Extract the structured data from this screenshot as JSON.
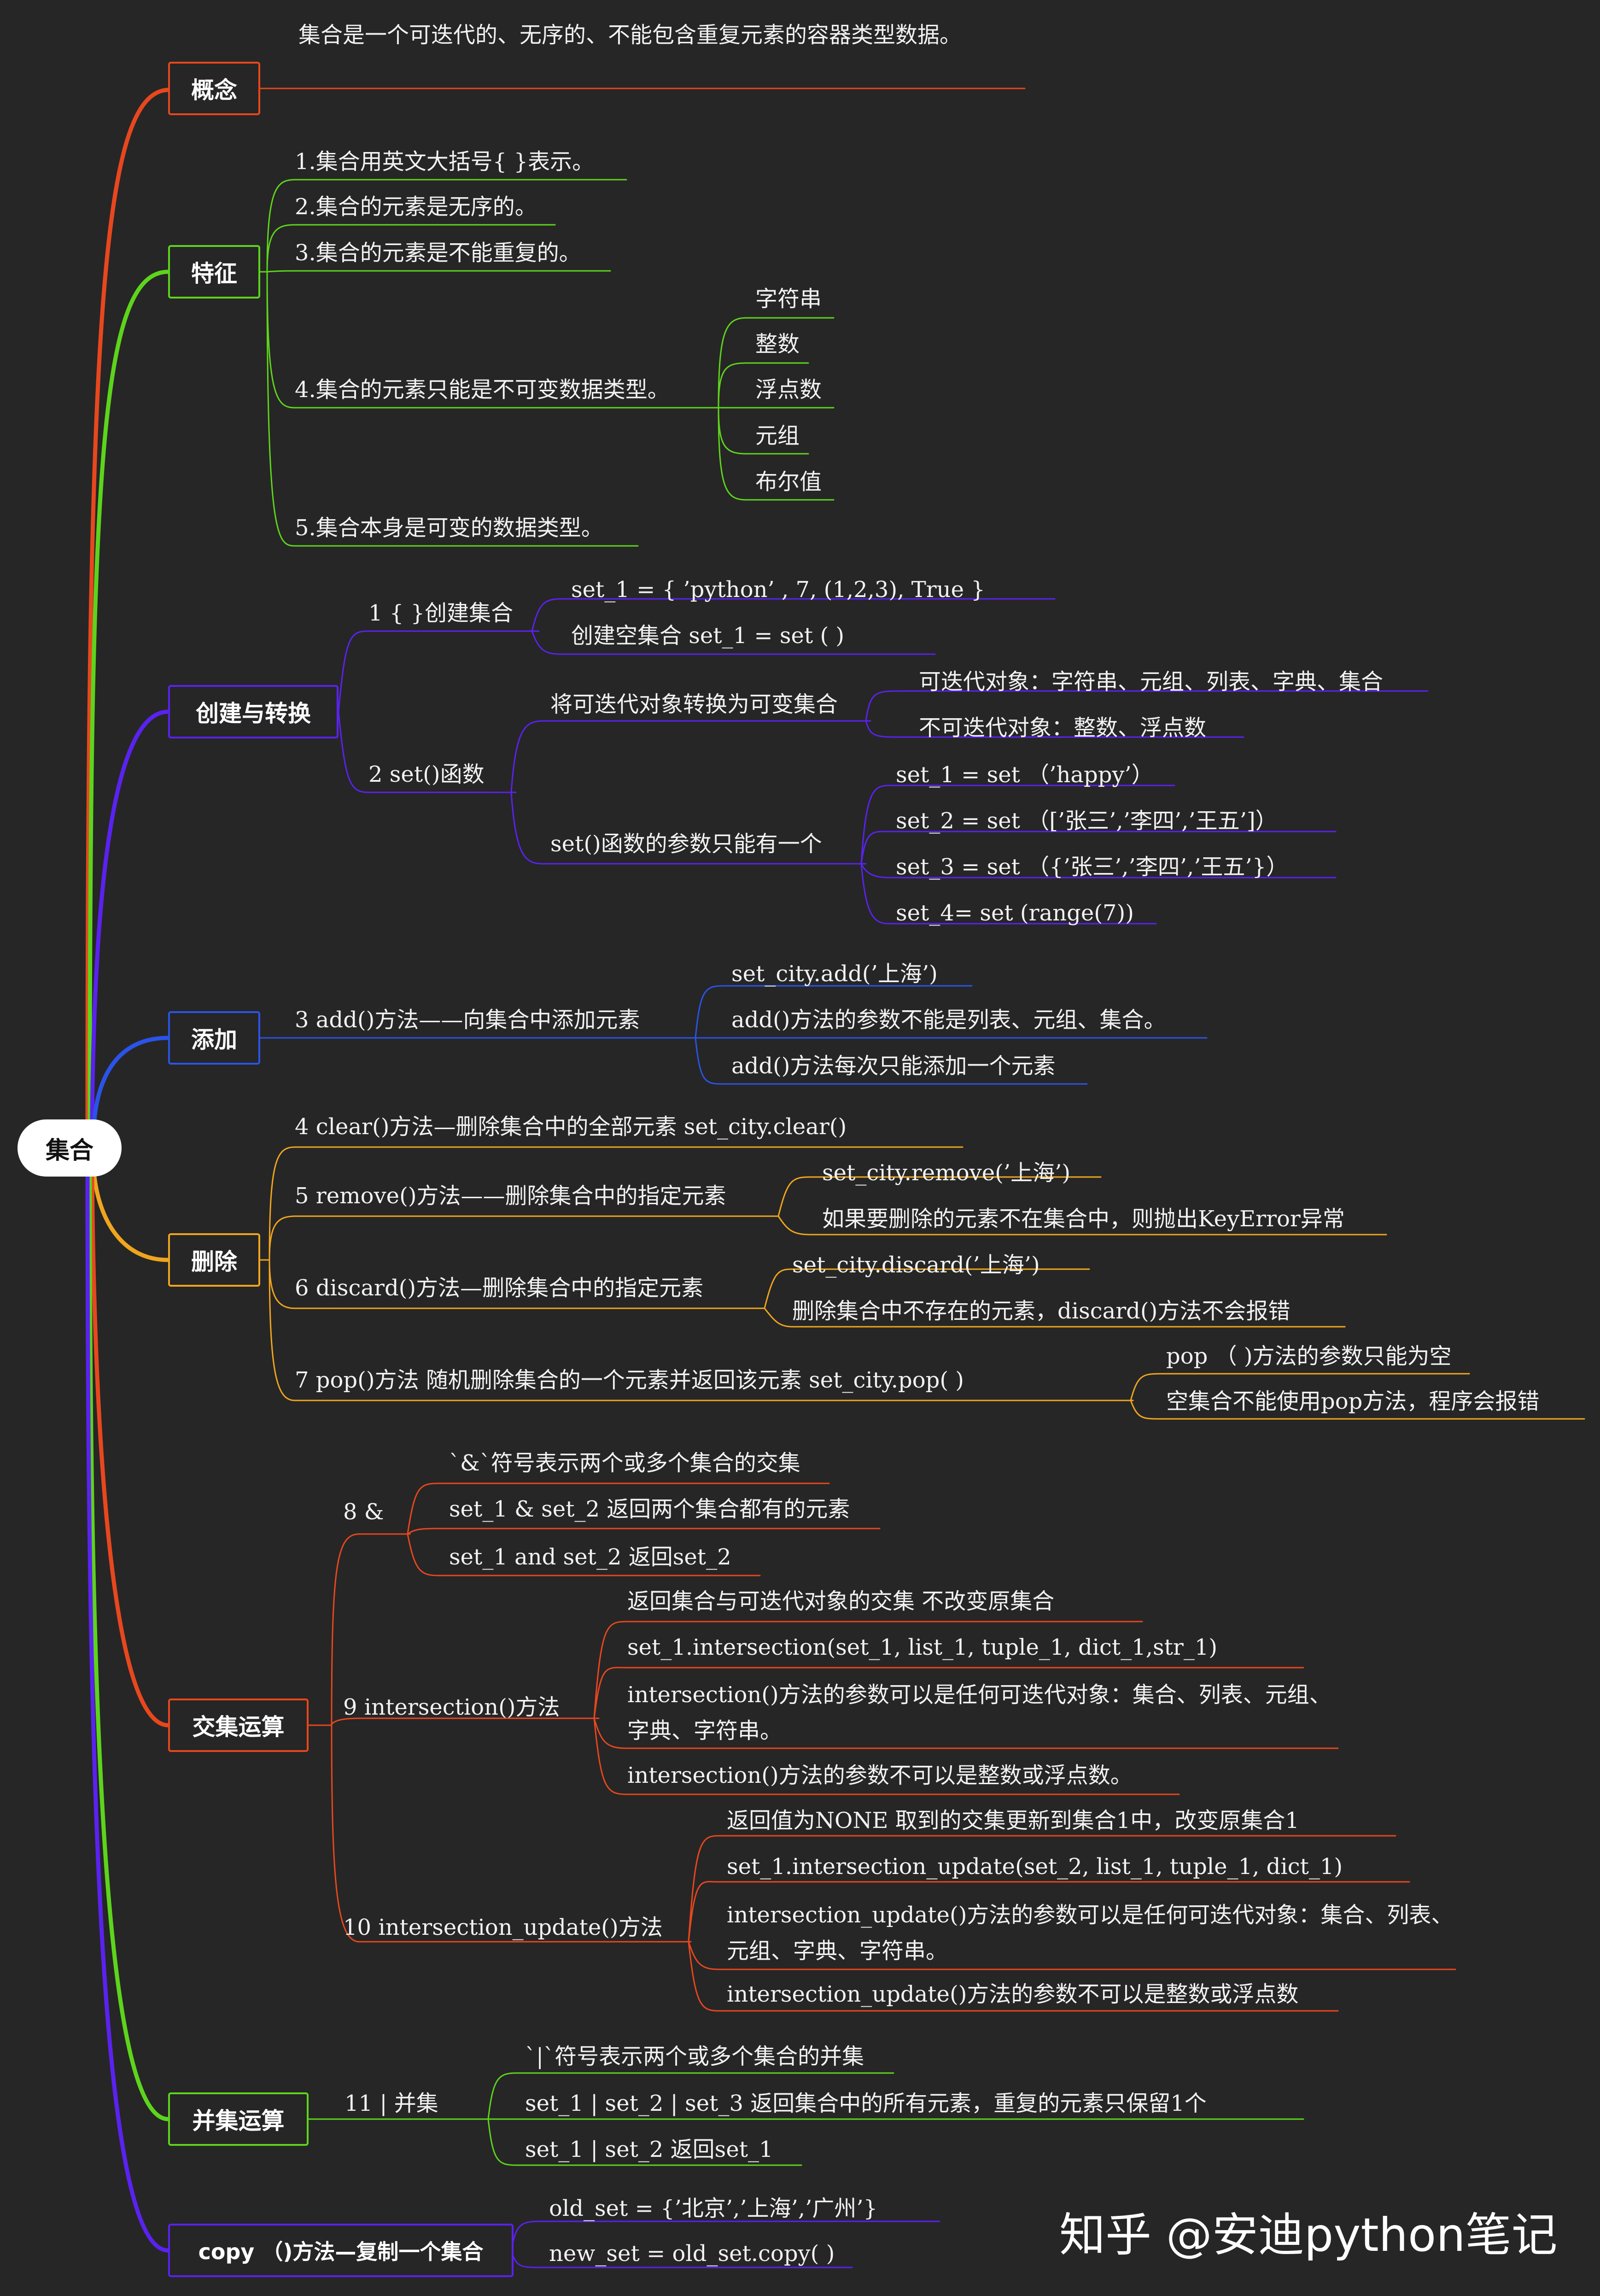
{
  "root": "集合",
  "colors": {
    "concept": "#e8471e",
    "feature": "#5dd41c",
    "create": "#5a22f0",
    "add": "#2a54e8",
    "delete": "#f0a51e",
    "intersect": "#e8471e",
    "union": "#5dd41c",
    "copy": "#5a22f0"
  },
  "branches": {
    "concept": "概念",
    "feature": "特征",
    "create": "创建与转换",
    "add": "添加",
    "delete": "删除",
    "intersect": "交集运算",
    "union": "并集运算",
    "copy": "copy （)方法—复制一个集合"
  },
  "concept": {
    "text": "集合是一个可迭代的、无序的、不能包含重复元素的容器类型数据。"
  },
  "feature": {
    "items": [
      "1.集合用英文大括号{ }表示。",
      "2.集合的元素是无序的。",
      "3.集合的元素是不能重复的。",
      "4.集合的元素只能是不可变数据类型。",
      "5.集合本身是可变的数据类型。"
    ],
    "immutable_types": [
      "字符串",
      "整数",
      "浮点数",
      "元组",
      "布尔值"
    ]
  },
  "create": {
    "braces": {
      "label": "1  { }创建集合",
      "example": "set_1 = { ’python’ , 7,  (1,2,3), True }",
      "empty": "创建空集合      set_1 = set ( )"
    },
    "setfunc": {
      "label": "2  set()函数",
      "convert": "将可迭代对象转换为可变集合",
      "iterable": "可迭代对象：字符串、元组、列表、字典、集合",
      "noniterable": "不可迭代对象：整数、浮点数",
      "one_arg": "set()函数的参数只能有一个",
      "examples": [
        "set_1 = set （’happy’）",
        "set_2 = set （[’张三’,’李四’,’王五’]）",
        "set_3 = set （{’张三’,’李四’,’王五’}）",
        "set_4= set (range(7))"
      ]
    }
  },
  "add": {
    "label": "3  add()方法——向集合中添加元素",
    "notes": [
      "set_city.add(’上海’)",
      "add()方法的参数不能是列表、元组、集合。",
      "add()方法每次只能添加一个元素"
    ]
  },
  "delete": {
    "clear": "4  clear()方法—删除集合中的全部元素    set_city.clear()",
    "remove": {
      "label": "5  remove()方法——删除集合中的指定元素",
      "notes": [
        "set_city.remove(’上海’)",
        "如果要删除的元素不在集合中，则抛出KeyError异常"
      ]
    },
    "discard": {
      "label": "6  discard()方法—删除集合中的指定元素",
      "notes": [
        "set_city.discard(’上海’)",
        "删除集合中不存在的元素，discard()方法不会报错"
      ]
    },
    "pop": {
      "label": "7  pop()方法     随机删除集合的一个元素并返回该元素     set_city.pop( )",
      "notes": [
        "pop （ )方法的参数只能为空",
        "空集合不能使用pop方法，程序会报错"
      ]
    }
  },
  "intersect": {
    "amp": {
      "label": "8  &",
      "notes": [
        "`&`符号表示两个或多个集合的交集",
        "set_1 & set_2 返回两个集合都有的元素",
        "set_1 and set_2 返回set_2"
      ]
    },
    "method": {
      "label": "9  intersection()方法",
      "notes": [
        "返回集合与可迭代对象的交集      不改变原集合",
        "set_1.intersection(set_1, list_1, tuple_1, dict_1,str_1)",
        "intersection()方法的参数可以是任何可迭代对象：集合、列表、元组、字典、字符串。",
        "intersection()方法的参数不可以是整数或浮点数。"
      ]
    },
    "update": {
      "label": "10 intersection_update()方法",
      "notes": [
        "返回值为NONE        取到的交集更新到集合1中，改变原集合1",
        "set_1.intersection_update(set_2, list_1, tuple_1, dict_1)",
        "intersection_update()方法的参数可以是任何可迭代对象：集合、列表、元组、字典、字符串。",
        "intersection_update()方法的参数不可以是整数或浮点数"
      ]
    }
  },
  "union": {
    "label": "11    |  并集",
    "notes": [
      "`|`符号表示两个或多个集合的并集",
      "set_1 | set_2 | set_3   返回集合中的所有元素，重复的元素只保留1个",
      "set_1 | set_2 返回set_1"
    ]
  },
  "copy": {
    "notes": [
      "old_set = {’北京’,’上海’,’广州’}",
      "new_set = old_set.copy( )"
    ]
  },
  "watermark": "知乎 @安迪python笔记"
}
